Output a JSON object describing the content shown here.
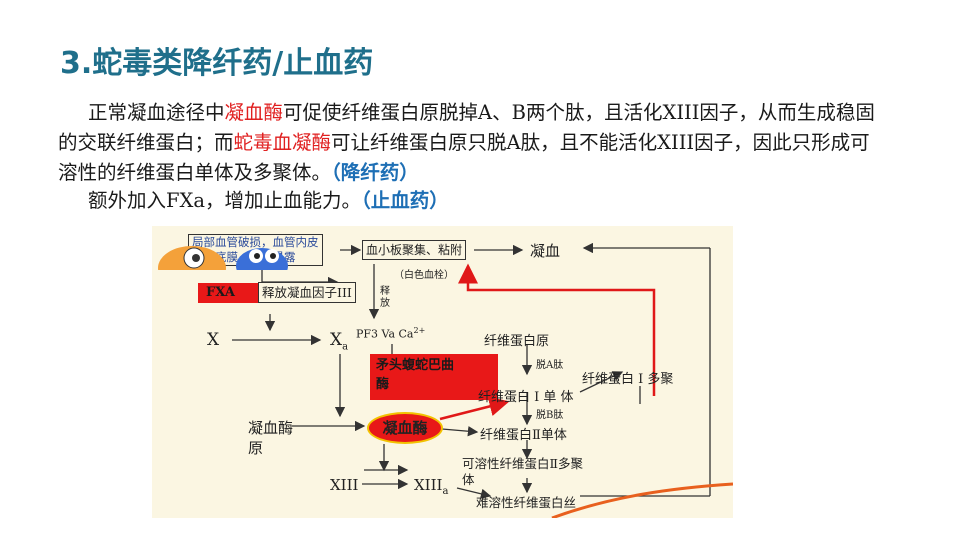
{
  "slide": {
    "title": "3.蛇毒类降纤药/止血药",
    "para1": {
      "t1": "正常凝血途径中",
      "t2": "凝血酶",
      "t3": "可促使纤维蛋白原脱掉A、B两个肽，且活化XIII因子，从而生成稳固的交联纤维蛋白；而",
      "t4": "蛇毒血凝酶",
      "t5": "可让纤维蛋白原只脱A肽，且不能活化XIII因子，因此只形成可溶性的纤维蛋白单体及多聚体。",
      "t6": "（降纤药）"
    },
    "para2": {
      "t1": "额外加入FXa，增加止血能力。",
      "t2": "（止血药）"
    }
  },
  "diagram": {
    "injury_line1": "局部血管破损，血管内皮",
    "injury_line2": "下基底膜、胶原暴露",
    "platelet": "血小板聚集、粘附",
    "white_clot": "（白色血栓）",
    "coag": "凝血",
    "fxa": "FXA",
    "release_factor": "释放凝血因子III",
    "release_v": "释\n放",
    "x": "X",
    "xa": "X",
    "xa_sub": "a",
    "pf3": "PF3  Va  Ca",
    "ca_sup": "2+",
    "snake_line1": "矛头蝮蛇巴曲",
    "snake_line2": "酶",
    "fibrinogen": "纤维蛋白原",
    "off_a": "脱A肽",
    "fib_i_mono": "纤维蛋白 I 单  体",
    "fib_i_poly": "纤维蛋白 I  多聚",
    "off_b": "脱B肽",
    "fib_ii_mono": "纤维蛋白Ⅱ单体",
    "prothrombin_1": "凝血酶",
    "prothrombin_2": "原",
    "thrombin": "凝血酶",
    "xiii": "XIII",
    "xiiia": "XIII",
    "xiiia_sub": "a",
    "soluble": "可溶性纤维蛋白Ⅱ多聚",
    "soluble2": "体",
    "insoluble": "难溶性纤维蛋白丝"
  }
}
